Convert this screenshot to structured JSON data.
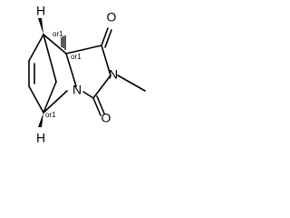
{
  "atoms": {
    "h_top": "H",
    "h_bottom": "H",
    "n_ring": "N",
    "n_imide": "N",
    "o_top": "O",
    "o_bottom": "O"
  },
  "stereo": {
    "c1": "or1",
    "c2": "or1",
    "c3": "or1"
  }
}
